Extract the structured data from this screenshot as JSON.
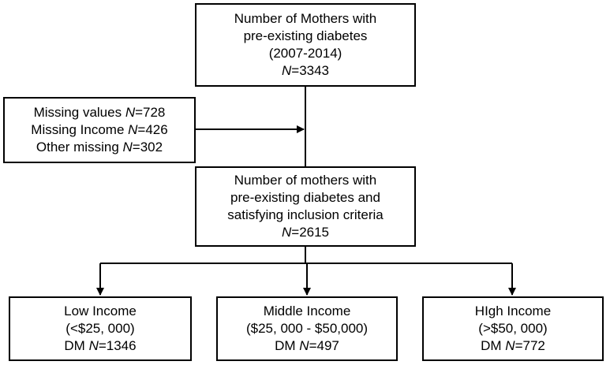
{
  "boxes": {
    "top": {
      "line1": "Number of Mothers with",
      "line2": "pre-existing diabetes",
      "line3": "(2007-2014)",
      "n_prefix": "",
      "n_italic": "N",
      "n_value": "=3343"
    },
    "missing": {
      "row1_label": "Missing values ",
      "row1_n": "N",
      "row1_value": "=728",
      "row2_label": "Missing Income ",
      "row2_n": "N",
      "row2_value": "=426",
      "row3_label": "Other missing ",
      "row3_n": "N",
      "row3_value": "=302"
    },
    "included": {
      "line1": "Number of mothers with",
      "line2": "pre-existing diabetes and",
      "line3": "satisfying inclusion criteria",
      "n_italic": "N",
      "n_value": "=2615"
    },
    "low": {
      "line1": "Low Income",
      "line2": "(<$25, 000)",
      "dm_prefix": "DM ",
      "n_italic": "N",
      "n_value": "=1346"
    },
    "middle": {
      "line1": "Middle Income",
      "line2": "($25, 000 - $50,000)",
      "dm_prefix": "DM ",
      "n_italic": "N",
      "n_value": "=497"
    },
    "high": {
      "line1": "HIgh Income",
      "line2": "(>$50, 000)",
      "dm_prefix": "DM ",
      "n_italic": "N",
      "n_value": "=772"
    }
  }
}
